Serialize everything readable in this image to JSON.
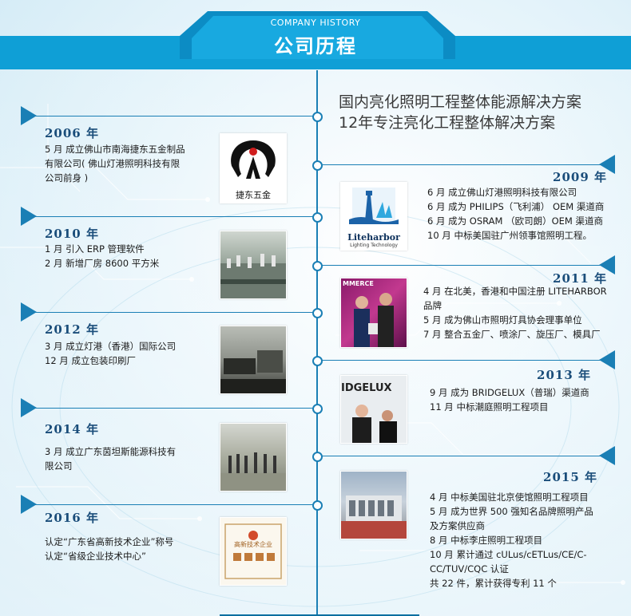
{
  "header": {
    "title_en": "COMPANY HISTORY",
    "title_cn": "公司历程"
  },
  "slogan": {
    "line1": "国内亮化照明工程整体能源解决方案",
    "line2": "12年专注亮化工程整体解决方案"
  },
  "colors": {
    "band": "#0f9fd6",
    "axis": "#1a7fb5",
    "year": "#1a4d7a"
  },
  "logos": {
    "jiedong_caption": "捷东五金",
    "liteharbor_name": "Liteharbor",
    "liteharbor_sub": "Lighting Technology"
  },
  "photo_texts": {
    "banner": "MMERCE",
    "bridgelux": "IDGELUX",
    "cert_title": "高新技术企业"
  },
  "events": [
    {
      "year": "2006 年",
      "lines": [
        "5 月 成立佛山市南海捷东五金制品",
        "有限公司( 佛山灯港照明科技有限",
        "公司前身 )"
      ]
    },
    {
      "year": "2009 年",
      "lines": [
        "6 月 成立佛山灯港照明科技有限公司",
        "6 月 成为 PHILIPS（飞利浦） OEM 渠道商",
        "6 月 成为 OSRAM （欧司朗）OEM 渠道商",
        "10 月 中标美国驻广州领事馆照明工程。"
      ]
    },
    {
      "year": "2010 年",
      "lines": [
        "1 月 引入 ERP 管理软件",
        "2 月 新增厂房 8600 平方米"
      ]
    },
    {
      "year": "2011 年",
      "lines": [
        "4 月 在北美，香港和中国注册 LITEHARBOR",
        "品牌",
        "5 月 成为佛山市照明灯具协会理事单位",
        "7 月 整合五金厂、喷涂厂、旋压厂、模具厂"
      ]
    },
    {
      "year": "2012 年",
      "lines": [
        "3 月 成立灯港（香港）国际公司",
        "12 月 成立包装印刷厂"
      ]
    },
    {
      "year": "2013 年",
      "lines": [
        "9 月 成为 BRIDGELUX（普瑞）渠道商",
        "11 月 中标潮庭照明工程项目"
      ]
    },
    {
      "year": "2014 年",
      "lines": [
        "3 月 成立广东茵坦斯能源科技有",
        "限公司"
      ]
    },
    {
      "year": "2015 年",
      "lines": [
        "4 月 中标美国驻北京使馆照明工程项目",
        "5 月 成为世界 500 强知名品牌照明产品",
        "及方案供应商",
        "8 月 中标李庄照明工程项目",
        "10 月 累计通过 cULus/cETLus/CE/C-",
        "CC/TUV/CQC 认证",
        "共 22 件，累计获得专利 11 个"
      ]
    },
    {
      "year": "2016 年",
      "lines": [
        "认定“广东省高新技术企业”称号",
        "认定“省级企业技术中心”"
      ]
    }
  ]
}
